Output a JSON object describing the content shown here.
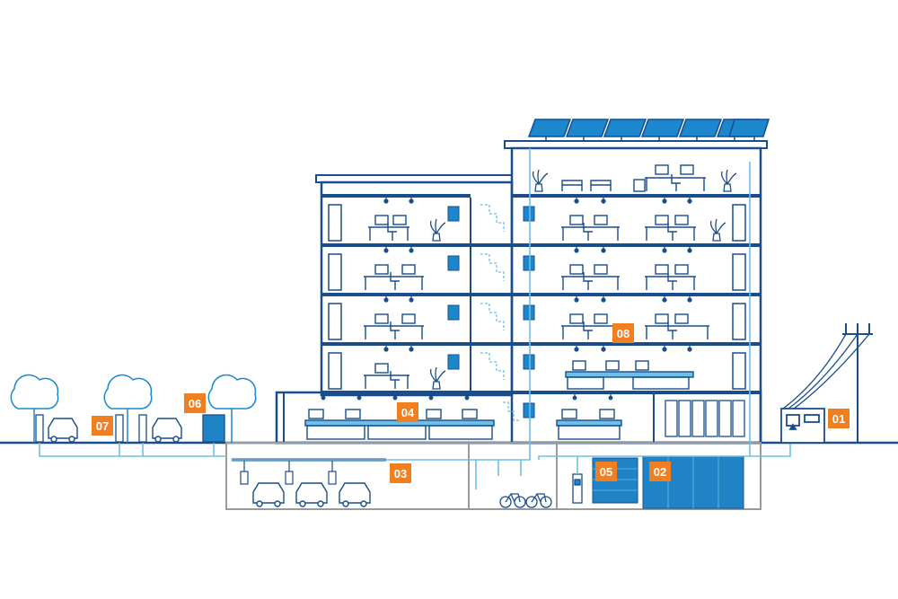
{
  "colors": {
    "outline": "#1a4d8c",
    "accent": "#1c87cc",
    "light_line": "#6cc0e8",
    "ground": "#1a4d8c",
    "basement_wall": "#9a9a9a",
    "callout": "#f07f22",
    "battery": "#1f83c6",
    "solar": "#1c87cc",
    "background": "#ffffff"
  },
  "callouts": [
    {
      "id": "01",
      "label": "01"
    },
    {
      "id": "02",
      "label": "02"
    },
    {
      "id": "03",
      "label": "03"
    },
    {
      "id": "04",
      "label": "04"
    },
    {
      "id": "05",
      "label": "05"
    },
    {
      "id": "06",
      "label": "06"
    },
    {
      "id": "07",
      "label": "07"
    },
    {
      "id": "08",
      "label": "08"
    }
  ],
  "icons": [
    "tree-icon",
    "car-icon",
    "ev-charger-icon",
    "bicycle-icon",
    "solar-panel-icon",
    "power-pole-icon",
    "transformer-icon",
    "desk-icon",
    "plant-icon",
    "server-rack-icon",
    "battery-icon"
  ]
}
